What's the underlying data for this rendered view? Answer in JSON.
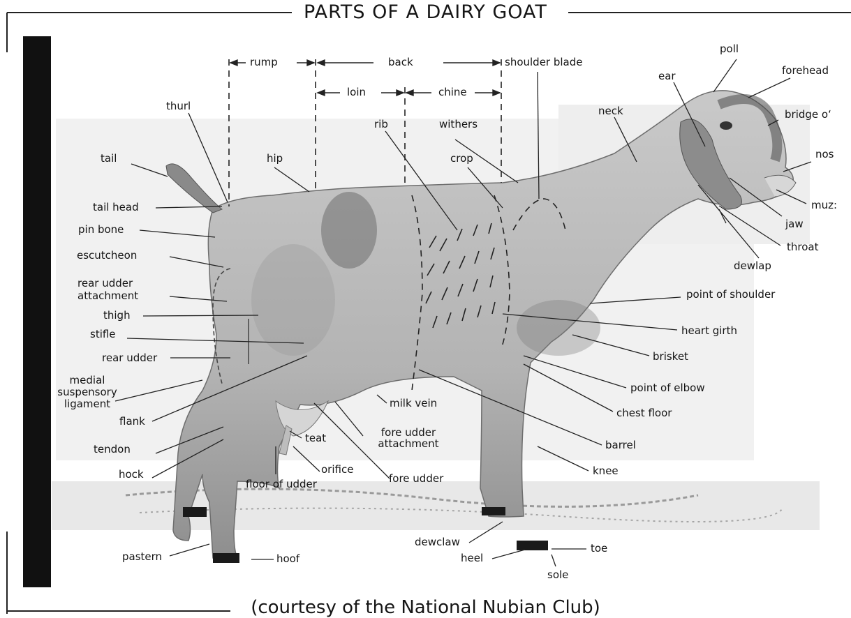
{
  "title": "PARTS OF A DAIRY GOAT",
  "caption": "(courtesy of the National Nubian Club)",
  "labels": {
    "rump": "rump",
    "back": "back",
    "shoulder_blade": "shoulder blade",
    "loin": "loin",
    "chine": "chine",
    "poll": "poll",
    "forehead": "forehead",
    "ear": "ear",
    "bridge_of_nose": "bridge oʻ",
    "neck": "neck",
    "nose": "nos",
    "thurl": "thurl",
    "rib": "rib",
    "withers": "withers",
    "tail": "tail",
    "hip": "hip",
    "crop": "crop",
    "muzzle": "muz:",
    "jaw": "jaw",
    "throat": "throat",
    "dewlap": "dewlap",
    "tail_head": "tail head",
    "pin_bone": "pin bone",
    "escutcheon": "escutcheon",
    "rear_udder_attachment": "rear udder attachment",
    "thigh": "thigh",
    "stifle": "stifle",
    "rear_udder": "rear udder",
    "medial_suspensory_ligament": "medial suspensory ligament",
    "flank": "flank",
    "tendon": "tendon",
    "hock": "hock",
    "milk_vein": "milk vein",
    "teat": "teat",
    "fore_udder_attachment": "fore udder attachment",
    "orifice": "orifice",
    "floor_of_udder": "floor of udder",
    "fore_udder": "fore udder",
    "point_of_shoulder": "point of shoulder",
    "heart_girth": "heart girth",
    "brisket": "brisket",
    "point_of_elbow": "point of elbow",
    "chest_floor": "chest floor",
    "barrel": "barrel",
    "knee": "knee",
    "dewclaw": "dewclaw",
    "heel": "heel",
    "toe": "toe",
    "sole": "sole",
    "pastern": "pastern",
    "hoof": "hoof"
  }
}
